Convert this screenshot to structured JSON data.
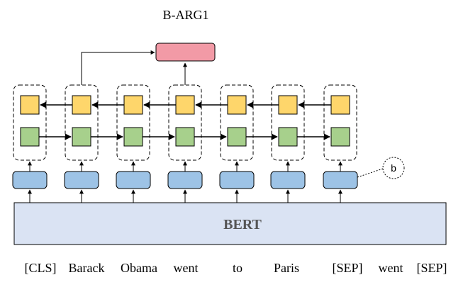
{
  "output_label": "B-ARG1",
  "encoder_label": "BERT",
  "annotation_label": "b",
  "tokens": [
    "[CLS]",
    "Barack",
    "Obama",
    "went",
    "to",
    "Paris",
    "[SEP]",
    "went",
    "[SEP]"
  ],
  "colors": {
    "output_box": "#f29aa6",
    "backward_box": "#fed66b",
    "forward_box": "#a7d08c",
    "embedding_box": "#9dc3e6",
    "bert_box": "#dae3f3",
    "stroke": "#000000"
  }
}
